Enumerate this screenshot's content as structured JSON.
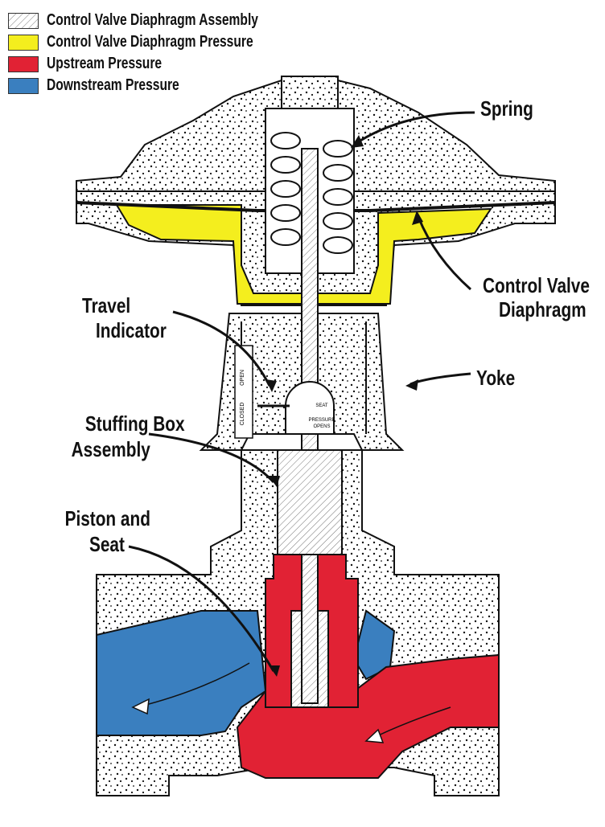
{
  "colors": {
    "assembly": "#ffffff",
    "diaphragm_pressure": "#f4ee1e",
    "upstream": "#e12234",
    "downstream": "#3a7fbf",
    "outline": "#111111"
  },
  "legend": [
    {
      "label": "Control Valve Diaphragm Assembly",
      "swatch": "hatch"
    },
    {
      "label": "Control Valve Diaphragm Pressure",
      "swatch": "#f4ee1e"
    },
    {
      "label": "Upstream Pressure",
      "swatch": "#e12234"
    },
    {
      "label": "Downstream Pressure",
      "swatch": "#3a7fbf"
    }
  ],
  "callouts": {
    "spring": "Spring",
    "diaphragm_line1": "Control Valve",
    "diaphragm_line2": "Diaphragm",
    "travel_line1": "Travel",
    "travel_line2": "Indicator",
    "yoke": "Yoke",
    "stuffing_line1": "Stuffing Box",
    "stuffing_line2": "Assembly",
    "piston_line1": "Piston and",
    "piston_line2": "Seat"
  },
  "indicator_labels": {
    "open": "OPEN",
    "closed": "CLOSED",
    "seat": "SEAT",
    "pressure_opens_1": "PRESSURE",
    "pressure_opens_2": "OPENS"
  }
}
